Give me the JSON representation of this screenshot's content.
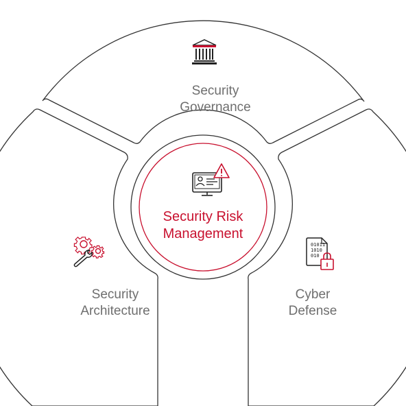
{
  "segments": {
    "top": {
      "line1": "Security",
      "line2": "Governance",
      "icon": "bank-building-icon"
    },
    "left": {
      "line1": "Security",
      "line2": "Architecture",
      "icon": "gears-wrench-icon"
    },
    "right": {
      "line1": "Cyber",
      "line2": "Defense",
      "icon": "binary-lock-icon",
      "binary_rows": [
        "01011",
        "1010",
        "010"
      ]
    }
  },
  "center": {
    "line1": "Security Risk",
    "line2": "Management",
    "icon": "monitor-warning-icon"
  },
  "colors": {
    "accent": "#c8102e",
    "outline": "#333333",
    "label_gray": "#6e6e6e",
    "icon_dark": "#222222"
  }
}
